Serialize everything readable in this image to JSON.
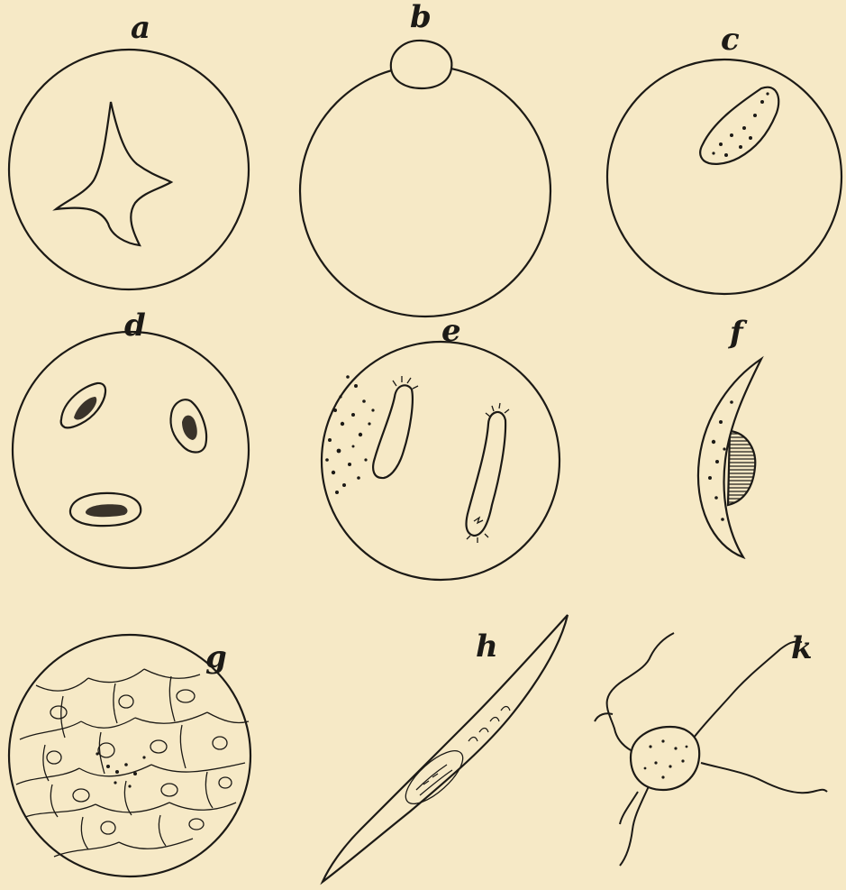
{
  "figures": [
    {
      "id": "a",
      "label": "a"
    },
    {
      "id": "b",
      "label": "b"
    },
    {
      "id": "c",
      "label": "c"
    },
    {
      "id": "d",
      "label": "d"
    },
    {
      "id": "e",
      "label": "e"
    },
    {
      "id": "f",
      "label": "f"
    },
    {
      "id": "g",
      "label": "g"
    },
    {
      "id": "h",
      "label": "h"
    },
    {
      "id": "k",
      "label": "k"
    }
  ],
  "colors": {
    "paper": "#f6e9c6",
    "ink": "#1c1a16"
  }
}
